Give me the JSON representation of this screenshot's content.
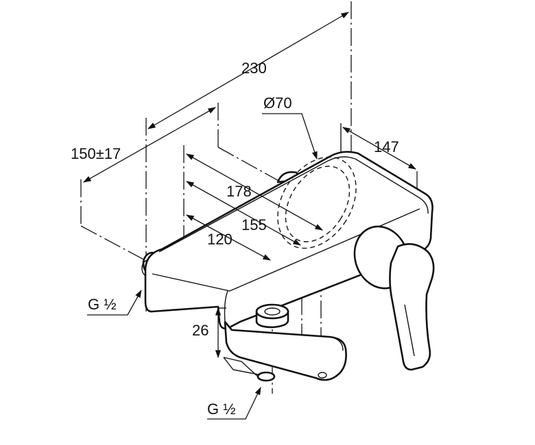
{
  "dimensions": {
    "overall_length": "230",
    "eccentric_range": "150±17",
    "spout_reach_178": "178",
    "spout_reach_155": "155",
    "spout_reach_120": "120",
    "diameter": "Ø70",
    "depth": "147",
    "height": "26"
  },
  "connections": {
    "inlet": "G ½",
    "outlet": "G ½"
  }
}
